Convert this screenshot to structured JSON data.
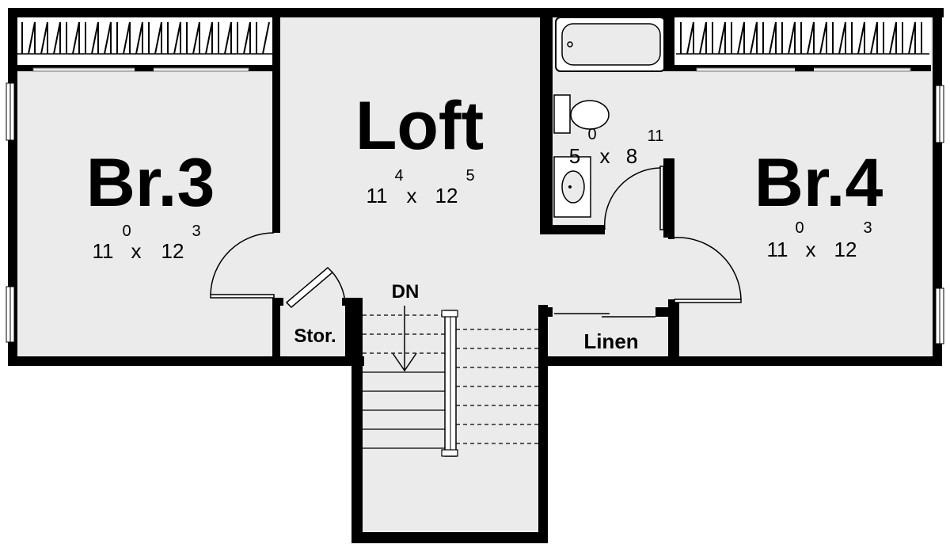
{
  "rooms": {
    "br3": {
      "name": "Br.3",
      "dim_a": "11",
      "dim_a_sup": "0",
      "dim_b": "12",
      "dim_b_sup": "3"
    },
    "loft": {
      "name": "Loft",
      "dim_a": "11",
      "dim_a_sup": "4",
      "dim_b": "12",
      "dim_b_sup": "5"
    },
    "bath": {
      "dim_a": "5",
      "dim_a_sup": "0",
      "dim_b": "8",
      "dim_b_sup": "11"
    },
    "br4": {
      "name": "Br.4",
      "dim_a": "11",
      "dim_a_sup": "0",
      "dim_b": "12",
      "dim_b_sup": "3"
    }
  },
  "times_sign": "x",
  "labels": {
    "storage": "Stor.",
    "linen": "Linen",
    "stair_direction": "DN"
  },
  "colors": {
    "floor": "#ebebeb",
    "wall": "#000000",
    "background": "#ffffff"
  }
}
